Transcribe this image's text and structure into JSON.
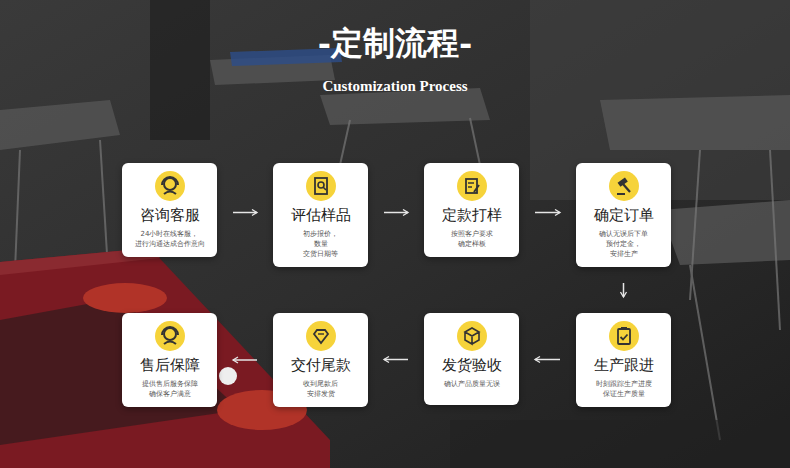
{
  "diagram": {
    "title": "-定制流程-",
    "nodes": [
      {
        "text": [
          "咨询客服",
          "24小时在线客服， 进行沟通达成合作意向"
        ]
      },
      {
        "text": [
          "评估样品",
          "初步报价，数量 交货日期等"
        ]
      },
      {
        "text": [
          "定款打样",
          "按照客户要求 确定样板"
        ]
      },
      {
        "text": [
          "确定订单",
          "确认无误后下单 预付定金，安排生产"
        ]
      },
      {
        "text": [
          "生产跟进",
          "时刻跟踪生产进度 保证生产质量"
        ]
      },
      {
        "text": [
          "发货验收",
          "确认产品质量无误"
        ]
      },
      {
        "text": [
          "交付尾款",
          "收到尾款后 安排发货"
        ]
      },
      {
        "text": [
          "售后保障",
          "提供售后服务保障 确保客户满意"
        ]
      }
    ],
    "edges": [
      {
        "from": 0,
        "to": 1,
        "arrow": "to"
      },
      {
        "from": 1,
        "to": 2,
        "arrow": "to"
      },
      {
        "from": 2,
        "to": 3,
        "arrow": "to"
      },
      {
        "from": 3,
        "to": 4,
        "arrow": "to"
      },
      {
        "from": 4,
        "to": 5,
        "arrow": "to"
      },
      {
        "from": 5,
        "to": 6,
        "arrow": "to"
      },
      {
        "from": 6,
        "to": 7,
        "arrow": "to"
      }
    ],
    "labels": [
      "Customization Process"
    ]
  }
}
